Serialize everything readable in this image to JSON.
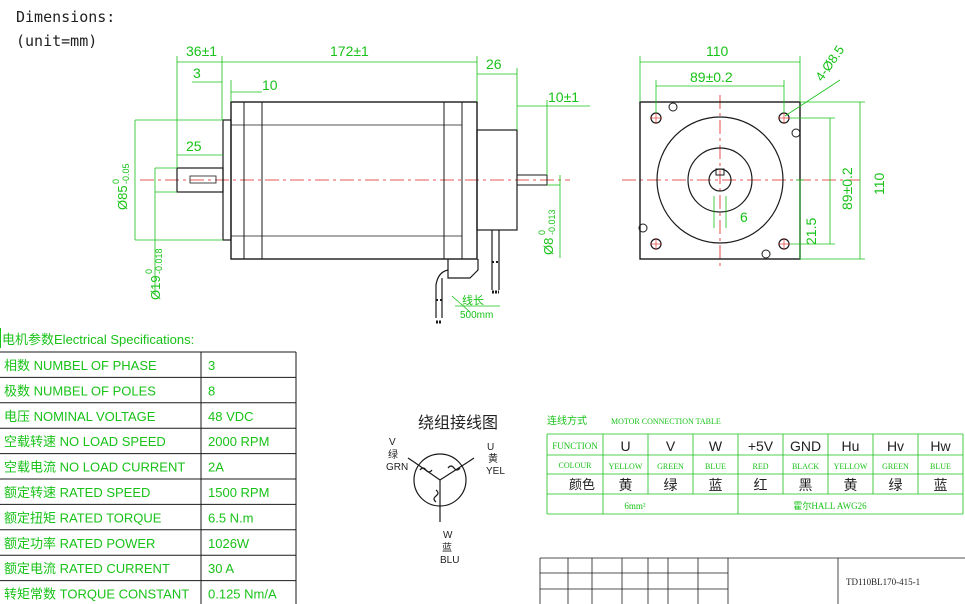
{
  "header": {
    "line1": "Dimensions:",
    "line2": "(unit=mm)"
  },
  "side_view": {
    "dim_36": "36±1",
    "dim_172": "172±1",
    "dim_26": "26",
    "dim_3": "3",
    "dim_10": "10",
    "dim_10pm1": "10±1",
    "dim_25": "25",
    "dim_85": "Ø85",
    "dim_85_tol": "0",
    "dim_85_tol2": "-0.05",
    "dim_19": "Ø19",
    "dim_19_tol": "0",
    "dim_19_tol2": "-0.018",
    "dim_8": "Ø8",
    "dim_8_tol": "0",
    "dim_8_tol2": "-0.013",
    "lead_label": "线长",
    "lead_length": "500mm"
  },
  "front_view": {
    "dim_110_top": "110",
    "dim_89_top": "89±0.2",
    "dim_holes": "4-Ø8.5",
    "dim_89_side": "89±0.2",
    "dim_110_side": "110",
    "dim_21": "21.5",
    "dim_6": "6"
  },
  "specs": {
    "heading_cn": "电机参数",
    "heading_en": "Electrical Specifications:",
    "rows": [
      {
        "cn": "相数",
        "en": "NUMBEL OF PHASE",
        "value": "3"
      },
      {
        "cn": "极数",
        "en": "NUMBEL OF POLES",
        "value": "8"
      },
      {
        "cn": "电压",
        "en": "NOMINAL VOLTAGE",
        "value": "48 VDC"
      },
      {
        "cn": "空载转速",
        "en": "NO LOAD SPEED",
        "value": "2000 RPM"
      },
      {
        "cn": "空载电流",
        "en": "NO LOAD  CURRENT",
        "value": "2A"
      },
      {
        "cn": "额定转速",
        "en": "RATED SPEED",
        "value": "1500 RPM"
      },
      {
        "cn": "额定扭矩",
        "en": "RATED TORQUE",
        "value": "6.5 N.m"
      },
      {
        "cn": "额定功率",
        "en": "RATED  POWER",
        "value": "1026W"
      },
      {
        "cn": "额定电流",
        "en": "RATED  CURRENT",
        "value": "30 A"
      },
      {
        "cn": "转矩常数",
        "en": "TORQUE CONSTANT",
        "value": "0.125 Nm/A"
      }
    ]
  },
  "winding": {
    "title": "绕组接线图",
    "v_label": "V",
    "v_cn": "绿",
    "v_en": "GRN",
    "u_label": "U",
    "u_cn": "黄",
    "u_en": "YEL",
    "w_label": "W",
    "w_cn": "蓝",
    "w_en": "BLU"
  },
  "connection": {
    "title": "连线方式",
    "title_en": "MOTOR CONNECTION TABLE",
    "function_label": "FUNCTION",
    "colour_label": "COLOUR",
    "color_cn_label": "颜色",
    "functions": [
      "U",
      "V",
      "W",
      "+5V",
      "GND",
      "Hu",
      "Hv",
      "Hw"
    ],
    "colours": [
      "YELLOW",
      "GREEN",
      "BLUE",
      "RED",
      "BLACK",
      "YELLOW",
      "GREEN",
      "BLUE"
    ],
    "colours_cn": [
      "黄",
      "绿",
      "蓝",
      "红",
      "黑",
      "黄",
      "绿",
      "蓝"
    ],
    "wire_size": "6mm²",
    "hall_note": "霍尔HALL  AWG26"
  },
  "title_block": {
    "model": "TD110BL170-415-1"
  },
  "colors": {
    "drawing_green": "#18c218",
    "outline": "#1a1a1a",
    "centerline_red": "#e02020"
  }
}
